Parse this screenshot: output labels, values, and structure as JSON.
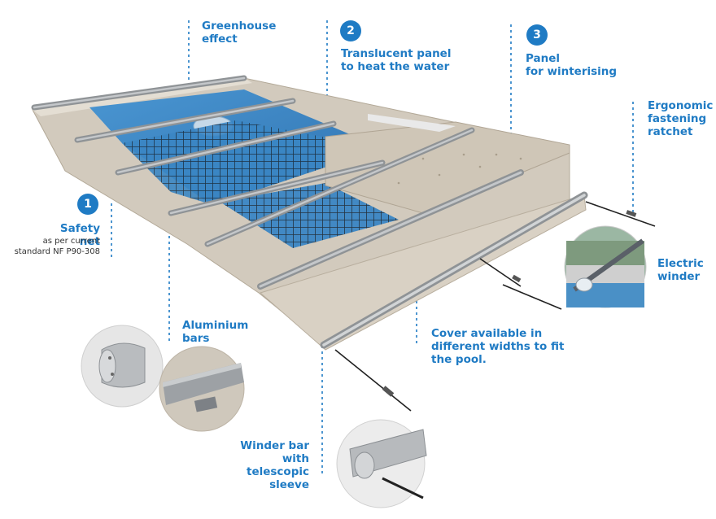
{
  "colors": {
    "accent": "#1f7bc4",
    "cover": "#d9d1c4",
    "water": "#3a86c4",
    "bar": "#9c9fa2"
  },
  "callouts": {
    "greenhouse": {
      "line1": "Greenhouse",
      "line2": "effect"
    },
    "translucent": {
      "number": "2",
      "line1": "Translucent panel",
      "line2": "to heat the water"
    },
    "winter": {
      "number": "3",
      "line1": "Panel",
      "line2": "for winterising"
    },
    "ratchet": {
      "line1": "Ergonomic",
      "line2": "fastening",
      "line3": "ratchet"
    },
    "safety": {
      "number": "1",
      "title": "Safety net",
      "sub1": "as per current",
      "sub2": "standard NF P90-308"
    },
    "electric": {
      "line1": "Electric",
      "line2": "winder"
    },
    "aluminium": {
      "line1": "Aluminium",
      "line2": "bars"
    },
    "cover": {
      "line1": "Cover available in",
      "line2": "different widths to fit",
      "line3": "the pool."
    },
    "winder_bar": {
      "line1": "Winder bar with",
      "line2": "telescopic sleeve"
    }
  },
  "icons": [
    "bar-end-cap-icon",
    "bar-closeup-icon",
    "electric-winder-icon",
    "telescopic-sleeve-icon"
  ]
}
